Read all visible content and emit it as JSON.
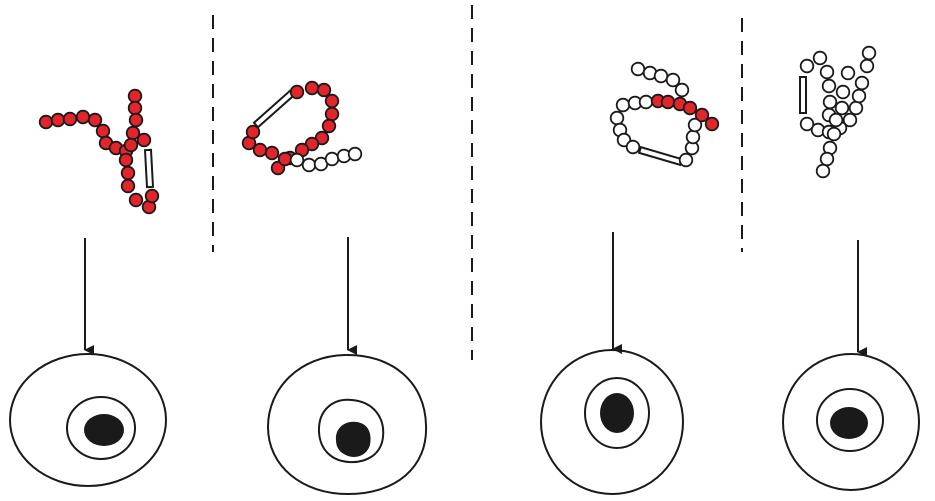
{
  "colors": {
    "filled_bead": "#e3242b",
    "empty_bead": "#ffffff",
    "outline": "#1a1a1a",
    "nucleus": "#1a1a1a",
    "background": "#ffffff"
  },
  "panels": [
    {
      "id": "panel-1",
      "chain": "red-chain-with-bar",
      "beads": "filled",
      "cell": "cell-1"
    },
    {
      "id": "panel-2",
      "chain": "red-loop-with-white-tail",
      "beads": "mixed",
      "cell": "cell-2"
    },
    {
      "id": "panel-3",
      "chain": "white-loop-with-red-segment",
      "beads": "mixed",
      "cell": "cell-3"
    },
    {
      "id": "panel-4",
      "chain": "white-chain-with-bar",
      "beads": "empty",
      "cell": "cell-4"
    }
  ],
  "dividers": [
    "dashed-short",
    "dashed-long",
    "dashed-short"
  ]
}
